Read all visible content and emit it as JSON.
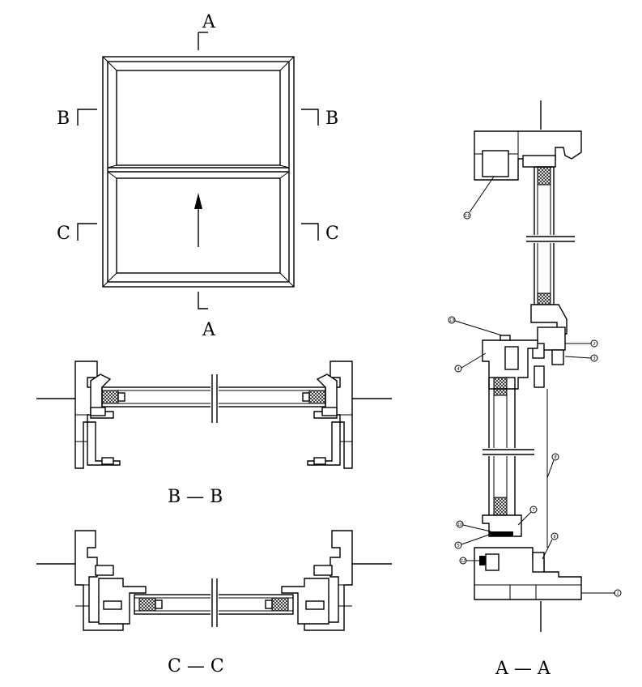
{
  "elevation": {
    "section_marks": {
      "top": "A",
      "bottom": "A",
      "left_upper": "B",
      "right_upper": "B",
      "left_lower": "C",
      "right_lower": "C"
    }
  },
  "sections": {
    "bb_title": "B — B",
    "cc_title": "C — C",
    "aa_title": "A — A"
  },
  "callouts": [
    "1",
    "2",
    "3",
    "4",
    "5",
    "6",
    "7",
    "8",
    "10",
    "11",
    "12",
    "13"
  ]
}
